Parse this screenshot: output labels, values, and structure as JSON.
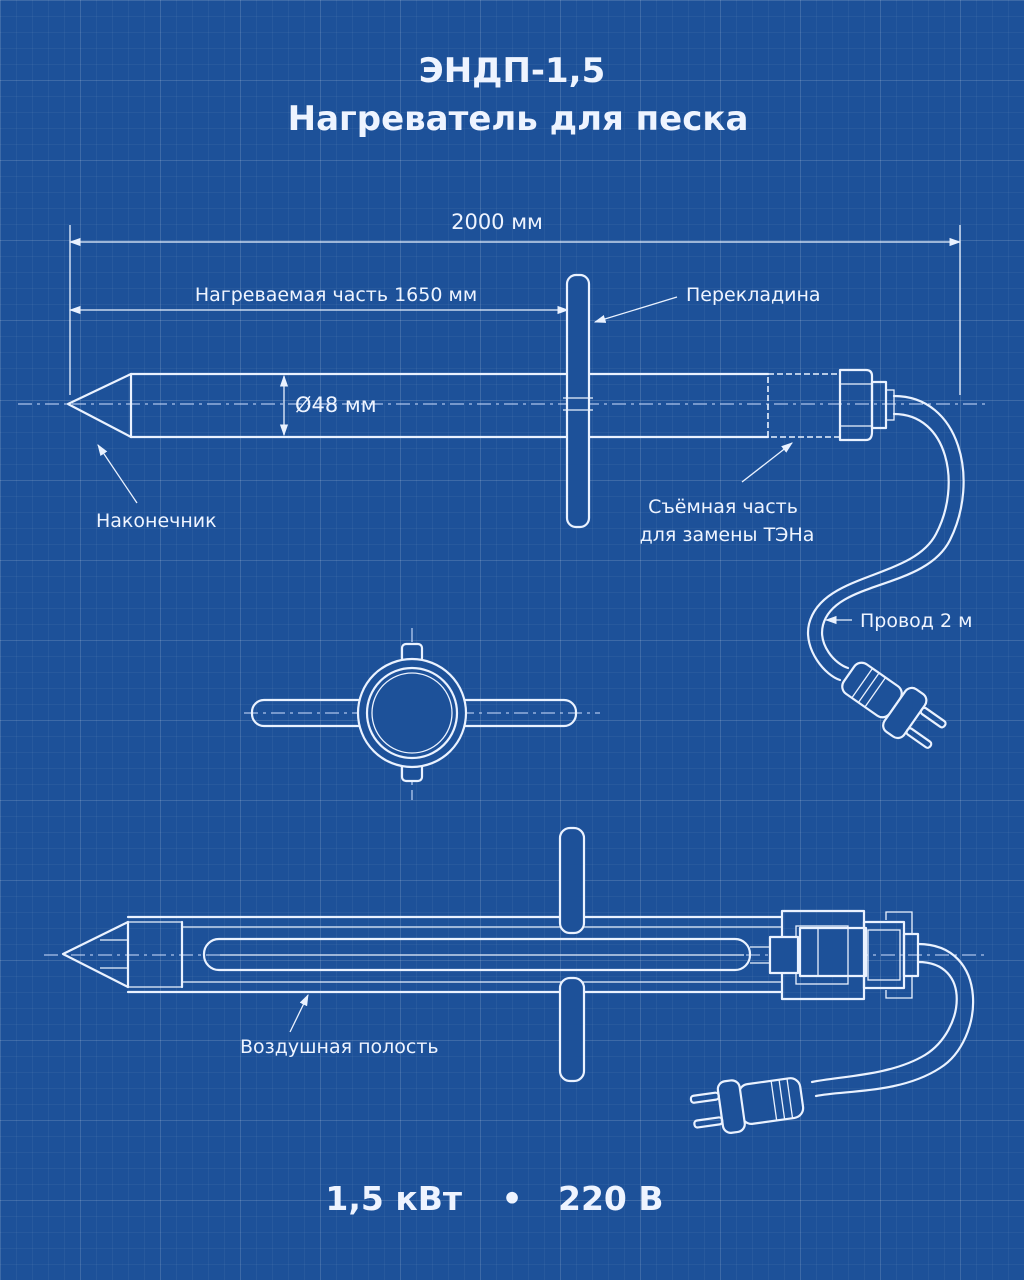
{
  "header": {
    "model": "ЭНДП-1,5",
    "subtitle": "Нагреватель для песка"
  },
  "dimensions": {
    "total_length": "2000 мм",
    "heated_part": "Нагреваемая часть 1650 мм",
    "diameter": "Ø48 мм"
  },
  "callouts": {
    "crossbar": "Перекладина",
    "tip": "Наконечник",
    "removable_line1": "Съёмная часть",
    "removable_line2": "для замены ТЭНа",
    "cable": "Провод 2 м",
    "air_cavity": "Воздушная полость"
  },
  "specs": {
    "power": "1,5 кВт",
    "separator": "•",
    "voltage": "220 В"
  },
  "colors": {
    "background": "#1d5199",
    "lines": "#eaf2ff"
  }
}
